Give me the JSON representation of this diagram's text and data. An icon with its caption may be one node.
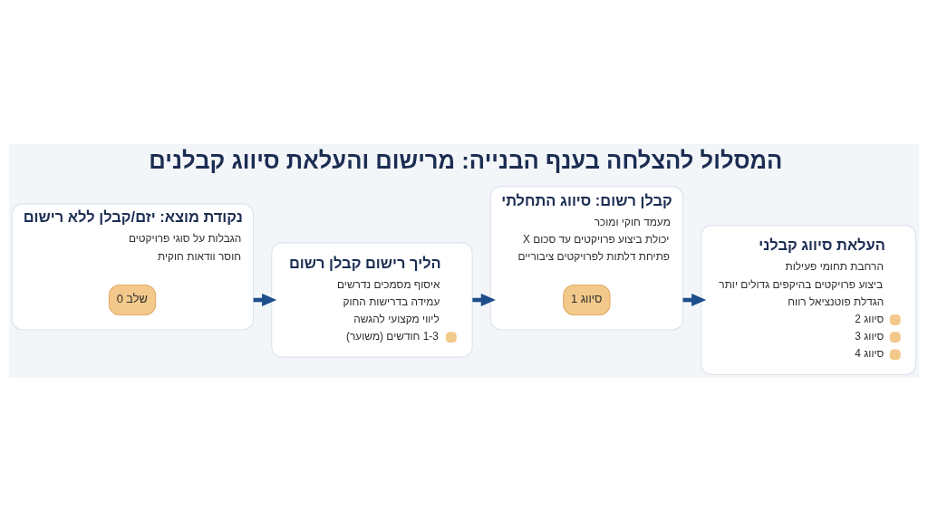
{
  "diagram": {
    "title": "המסלול להצלחה בענף הבנייה: מרישום והעלאת סיווג קבלנים",
    "nodes": [
      {
        "text": [
          "נקודת מוצא: יזם/קבלן ללא רישום",
          "הגבלות על סוגי פרויקטים",
          "חוסר וודאות חוקית"
        ]
      },
      {
        "text": [
          "שלב 0"
        ],
        "in": 0
      },
      {
        "text": [
          "הליך רישום קבלן רשום",
          "איסוף מסמכים נדרשים",
          "עמידה בדרישות החוק",
          "ליווי מקצועי להגשה",
          "1-3 חודשים (משוער)"
        ]
      },
      {
        "text": [
          "קבלן רשום: סיווג התחלתי",
          "מעמד חוקי ומוכר",
          "יכולת ביצוע פרויקטים עד סכום X",
          "פתיחת דלתות לפרויקטים ציבוריים"
        ]
      },
      {
        "text": [
          "סיווג 1"
        ],
        "in": 3
      },
      {
        "text": [
          "העלאת סיווג קבלני",
          "הרחבת תחומי פעילות",
          "ביצוע פרויקטים בהיקפים גדולים יותר",
          "הגדלת פוטנציאל רווח",
          "סיווג 2",
          "סיווג 3",
          "סיווג 4"
        ]
      }
    ],
    "edges": [
      {
        "from": 0,
        "to": 2,
        "arrow": "to"
      },
      {
        "from": 2,
        "to": 3,
        "arrow": "to"
      },
      {
        "from": 3,
        "to": 5,
        "arrow": "to"
      }
    ]
  }
}
